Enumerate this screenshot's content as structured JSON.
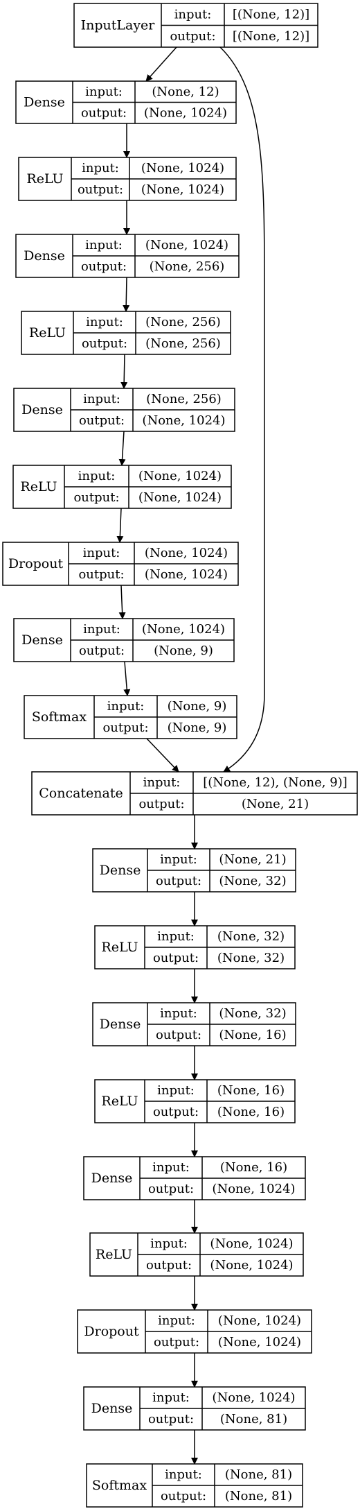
{
  "diagram": {
    "nodes": [
      {
        "id": "n0",
        "name": "InputLayer",
        "input_label": "input:",
        "input": "[(None, 12)]",
        "output_label": "output:",
        "output": "[(None, 12)]"
      },
      {
        "id": "n1",
        "name": "Dense",
        "input_label": "input:",
        "input": "(None, 12)",
        "output_label": "output:",
        "output": "(None, 1024)"
      },
      {
        "id": "n2",
        "name": "ReLU",
        "input_label": "input:",
        "input": "(None, 1024)",
        "output_label": "output:",
        "output": "(None, 1024)"
      },
      {
        "id": "n3",
        "name": "Dense",
        "input_label": "input:",
        "input": "(None, 1024)",
        "output_label": "output:",
        "output": "(None, 256)"
      },
      {
        "id": "n4",
        "name": "ReLU",
        "input_label": "input:",
        "input": "(None, 256)",
        "output_label": "output:",
        "output": "(None, 256)"
      },
      {
        "id": "n5",
        "name": "Dense",
        "input_label": "input:",
        "input": "(None, 256)",
        "output_label": "output:",
        "output": "(None, 1024)"
      },
      {
        "id": "n6",
        "name": "ReLU",
        "input_label": "input:",
        "input": "(None, 1024)",
        "output_label": "output:",
        "output": "(None, 1024)"
      },
      {
        "id": "n7",
        "name": "Dropout",
        "input_label": "input:",
        "input": "(None, 1024)",
        "output_label": "output:",
        "output": "(None, 1024)"
      },
      {
        "id": "n8",
        "name": "Dense",
        "input_label": "input:",
        "input": "(None, 1024)",
        "output_label": "output:",
        "output": "(None, 9)"
      },
      {
        "id": "n9",
        "name": "Softmax",
        "input_label": "input:",
        "input": "(None, 9)",
        "output_label": "output:",
        "output": "(None, 9)"
      },
      {
        "id": "n10",
        "name": "Concatenate",
        "input_label": "input:",
        "input": "[(None, 12), (None, 9)]",
        "output_label": "output:",
        "output": "(None, 21)"
      },
      {
        "id": "n11",
        "name": "Dense",
        "input_label": "input:",
        "input": "(None, 21)",
        "output_label": "output:",
        "output": "(None, 32)"
      },
      {
        "id": "n12",
        "name": "ReLU",
        "input_label": "input:",
        "input": "(None, 32)",
        "output_label": "output:",
        "output": "(None, 32)"
      },
      {
        "id": "n13",
        "name": "Dense",
        "input_label": "input:",
        "input": "(None, 32)",
        "output_label": "output:",
        "output": "(None, 16)"
      },
      {
        "id": "n14",
        "name": "ReLU",
        "input_label": "input:",
        "input": "(None, 16)",
        "output_label": "output:",
        "output": "(None, 16)"
      },
      {
        "id": "n15",
        "name": "Dense",
        "input_label": "input:",
        "input": "(None, 16)",
        "output_label": "output:",
        "output": "(None, 1024)"
      },
      {
        "id": "n16",
        "name": "ReLU",
        "input_label": "input:",
        "input": "(None, 1024)",
        "output_label": "output:",
        "output": "(None, 1024)"
      },
      {
        "id": "n17",
        "name": "Dropout",
        "input_label": "input:",
        "input": "(None, 1024)",
        "output_label": "output:",
        "output": "(None, 1024)"
      },
      {
        "id": "n18",
        "name": "Dense",
        "input_label": "input:",
        "input": "(None, 1024)",
        "output_label": "output:",
        "output": "(None, 81)"
      },
      {
        "id": "n19",
        "name": "Softmax",
        "input_label": "input:",
        "input": "(None, 81)",
        "output_label": "output:",
        "output": "(None, 81)"
      }
    ],
    "edges": [
      [
        "n0",
        "n1"
      ],
      [
        "n1",
        "n2"
      ],
      [
        "n2",
        "n3"
      ],
      [
        "n3",
        "n4"
      ],
      [
        "n4",
        "n5"
      ],
      [
        "n5",
        "n6"
      ],
      [
        "n6",
        "n7"
      ],
      [
        "n7",
        "n8"
      ],
      [
        "n8",
        "n9"
      ],
      [
        "n9",
        "n10"
      ],
      [
        "n0",
        "n10"
      ],
      [
        "n10",
        "n11"
      ],
      [
        "n11",
        "n12"
      ],
      [
        "n12",
        "n13"
      ],
      [
        "n13",
        "n14"
      ],
      [
        "n14",
        "n15"
      ],
      [
        "n15",
        "n16"
      ],
      [
        "n16",
        "n17"
      ],
      [
        "n17",
        "n18"
      ],
      [
        "n18",
        "n19"
      ]
    ],
    "colors": {
      "stroke": "#000000",
      "background": "#ffffff"
    }
  }
}
